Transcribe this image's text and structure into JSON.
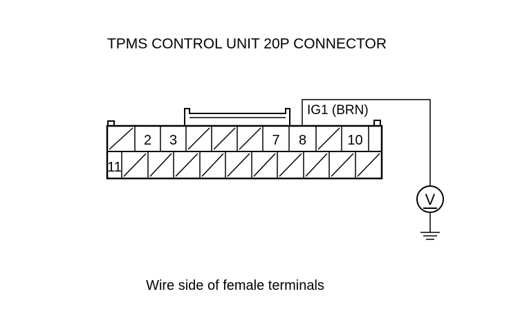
{
  "diagram": {
    "title": "TPMS CONTROL UNIT 20P CONNECTOR",
    "caption": "Wire side of female terminals",
    "wire_label": "IG1 (BRN)",
    "meter_symbol": "V",
    "row1": [
      "",
      "2",
      "3",
      "",
      "",
      "",
      "7",
      "8",
      "",
      "10",
      ""
    ],
    "row1_hatched": [
      true,
      false,
      false,
      true,
      true,
      true,
      false,
      false,
      true,
      false,
      false
    ],
    "row2": [
      "11",
      "",
      "",
      "",
      "",
      "",
      "",
      "",
      "",
      "",
      ""
    ],
    "row2_hatched": [
      false,
      true,
      true,
      true,
      true,
      true,
      true,
      true,
      true,
      true,
      true
    ]
  }
}
